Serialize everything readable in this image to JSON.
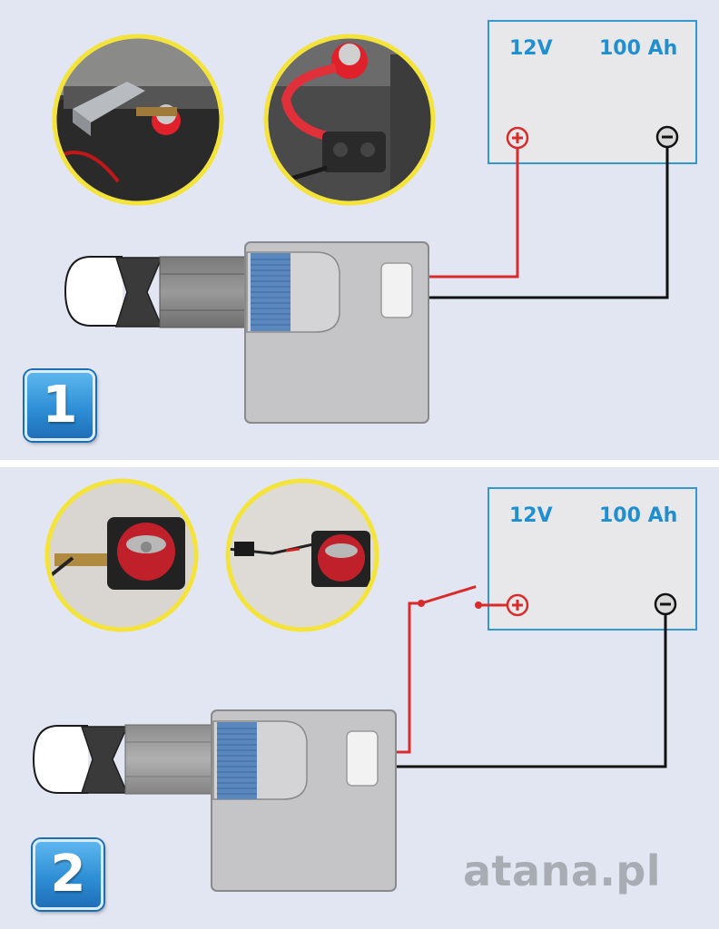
{
  "step1": {
    "number": "1",
    "battery": {
      "voltage": "12V",
      "capacity": "100 Ah"
    }
  },
  "step2": {
    "number": "2",
    "battery": {
      "voltage": "12V",
      "capacity": "100 Ah"
    }
  },
  "watermark": "atana.pl",
  "colors": {
    "background": "#e2e6f3",
    "battery_label": "#1f8fd0",
    "positive_wire": "#d92b2b",
    "negative_wire": "#111111",
    "photo_border": "#f4e33a"
  }
}
